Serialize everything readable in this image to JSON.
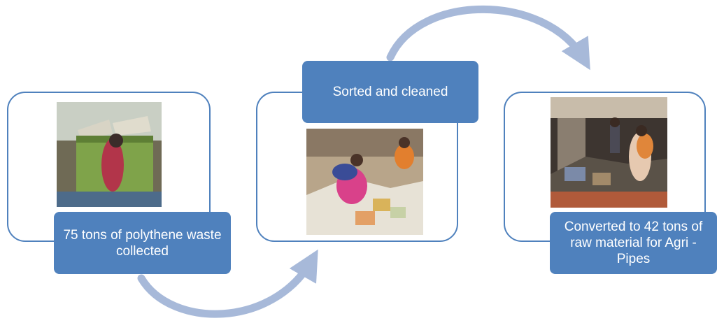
{
  "steps": [
    {
      "label": "75 tons of polythene waste collected",
      "image": "waste-collection-bins-photo"
    },
    {
      "label": "Sorted and cleaned",
      "image": "sorting-waste-photo"
    },
    {
      "label": "Converted to 42 tons of raw material for Agri -Pipes",
      "image": "processing-facility-photo"
    }
  ],
  "colors": {
    "frame": "#4f81bd",
    "label_fill": "#4f81bd",
    "arrow": "#a7b9d9",
    "label_text": "#ffffff"
  },
  "arrows": [
    {
      "name": "curved-arrow-bottom",
      "direction": "step-1-to-step-2"
    },
    {
      "name": "curved-arrow-top",
      "direction": "step-2-to-step-3"
    }
  ]
}
